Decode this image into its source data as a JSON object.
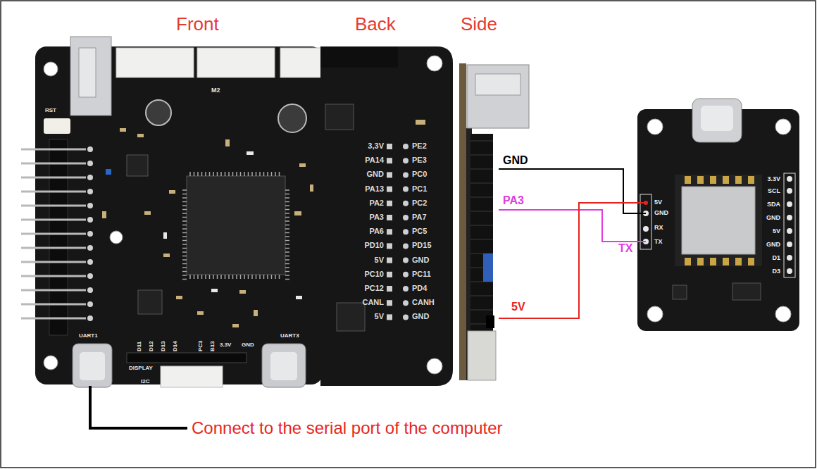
{
  "diagram": {
    "nodes": [
      {
        "text": [
          "Front"
        ]
      },
      {
        "text": [
          "Back"
        ]
      },
      {
        "text": [
          "Side"
        ]
      },
      {
        "text": [
          "5V",
          "GND",
          "RX",
          "TX",
          "3.3V",
          "SCL",
          "SDA",
          "GND",
          "5V",
          "GND",
          "D1",
          "D3"
        ]
      }
    ],
    "edges": [
      {
        "from": 2,
        "to": 3,
        "label": "GND",
        "arrow": "none"
      },
      {
        "from": 2,
        "to": 3,
        "label": "PA3",
        "arrow": "none"
      },
      {
        "from": 2,
        "to": 3,
        "label": "5V",
        "arrow": "none"
      }
    ],
    "labels": [
      "RST",
      "M2",
      "UART1",
      "UART3",
      "DISPLAY",
      "I2C",
      "D11",
      "D12",
      "D13",
      "D14",
      "PC3",
      "B13",
      "3.3V",
      "GND",
      "3,3V",
      "PA14",
      "GND",
      "PA13",
      "PA2",
      "PA3",
      "PA6",
      "PD10",
      "5V",
      "PC10",
      "PC12",
      "CANL",
      "5V",
      "PE2",
      "PE3",
      "PC0",
      "PC1",
      "PC2",
      "PA7",
      "PC5",
      "PD15",
      "GND",
      "PC11",
      "PD4",
      "CANH",
      "GND",
      "TX",
      "Connect to the serial port of the computer"
    ]
  }
}
